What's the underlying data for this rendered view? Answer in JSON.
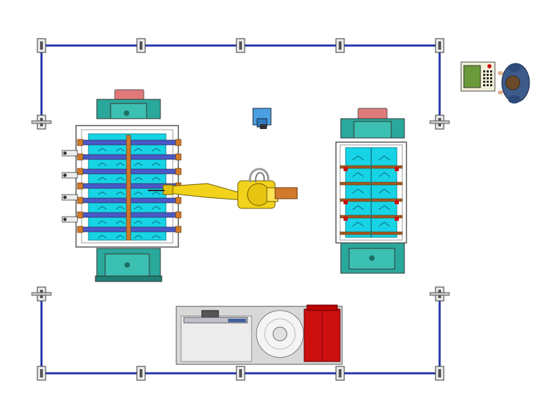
{
  "scene": {
    "elements": [
      {
        "name": "safety-fence",
        "kind": "fence-frame"
      },
      {
        "name": "welding-positioner-left",
        "kind": "positioner"
      },
      {
        "name": "welding-positioner-right",
        "kind": "positioner"
      },
      {
        "name": "welding-robot",
        "kind": "robot-arm"
      },
      {
        "name": "robot-controller",
        "kind": "controller"
      },
      {
        "name": "teach-pendant",
        "kind": "pendant"
      },
      {
        "name": "operator",
        "kind": "person"
      },
      {
        "name": "welding-power-station",
        "kind": "station"
      }
    ]
  },
  "colors": {
    "fence": "#2233aa",
    "fence_post": "#e8e8e8",
    "machine_teal": "#2aa89b",
    "fixture_cyan": "#17d3e6",
    "fixture_blue": "#4a59c8",
    "frame_grey": "#dcdcdc",
    "clamp_orange": "#d07a2a",
    "salmon_cap": "#e07a7a",
    "robot_yellow": "#f2d21b",
    "station_grey": "#d8d8d8",
    "station_red": "#cc1010",
    "pendant_green": "#6a9a3a",
    "person_coat": "#3c5a8a",
    "person_hair": "#6a4a2a"
  }
}
